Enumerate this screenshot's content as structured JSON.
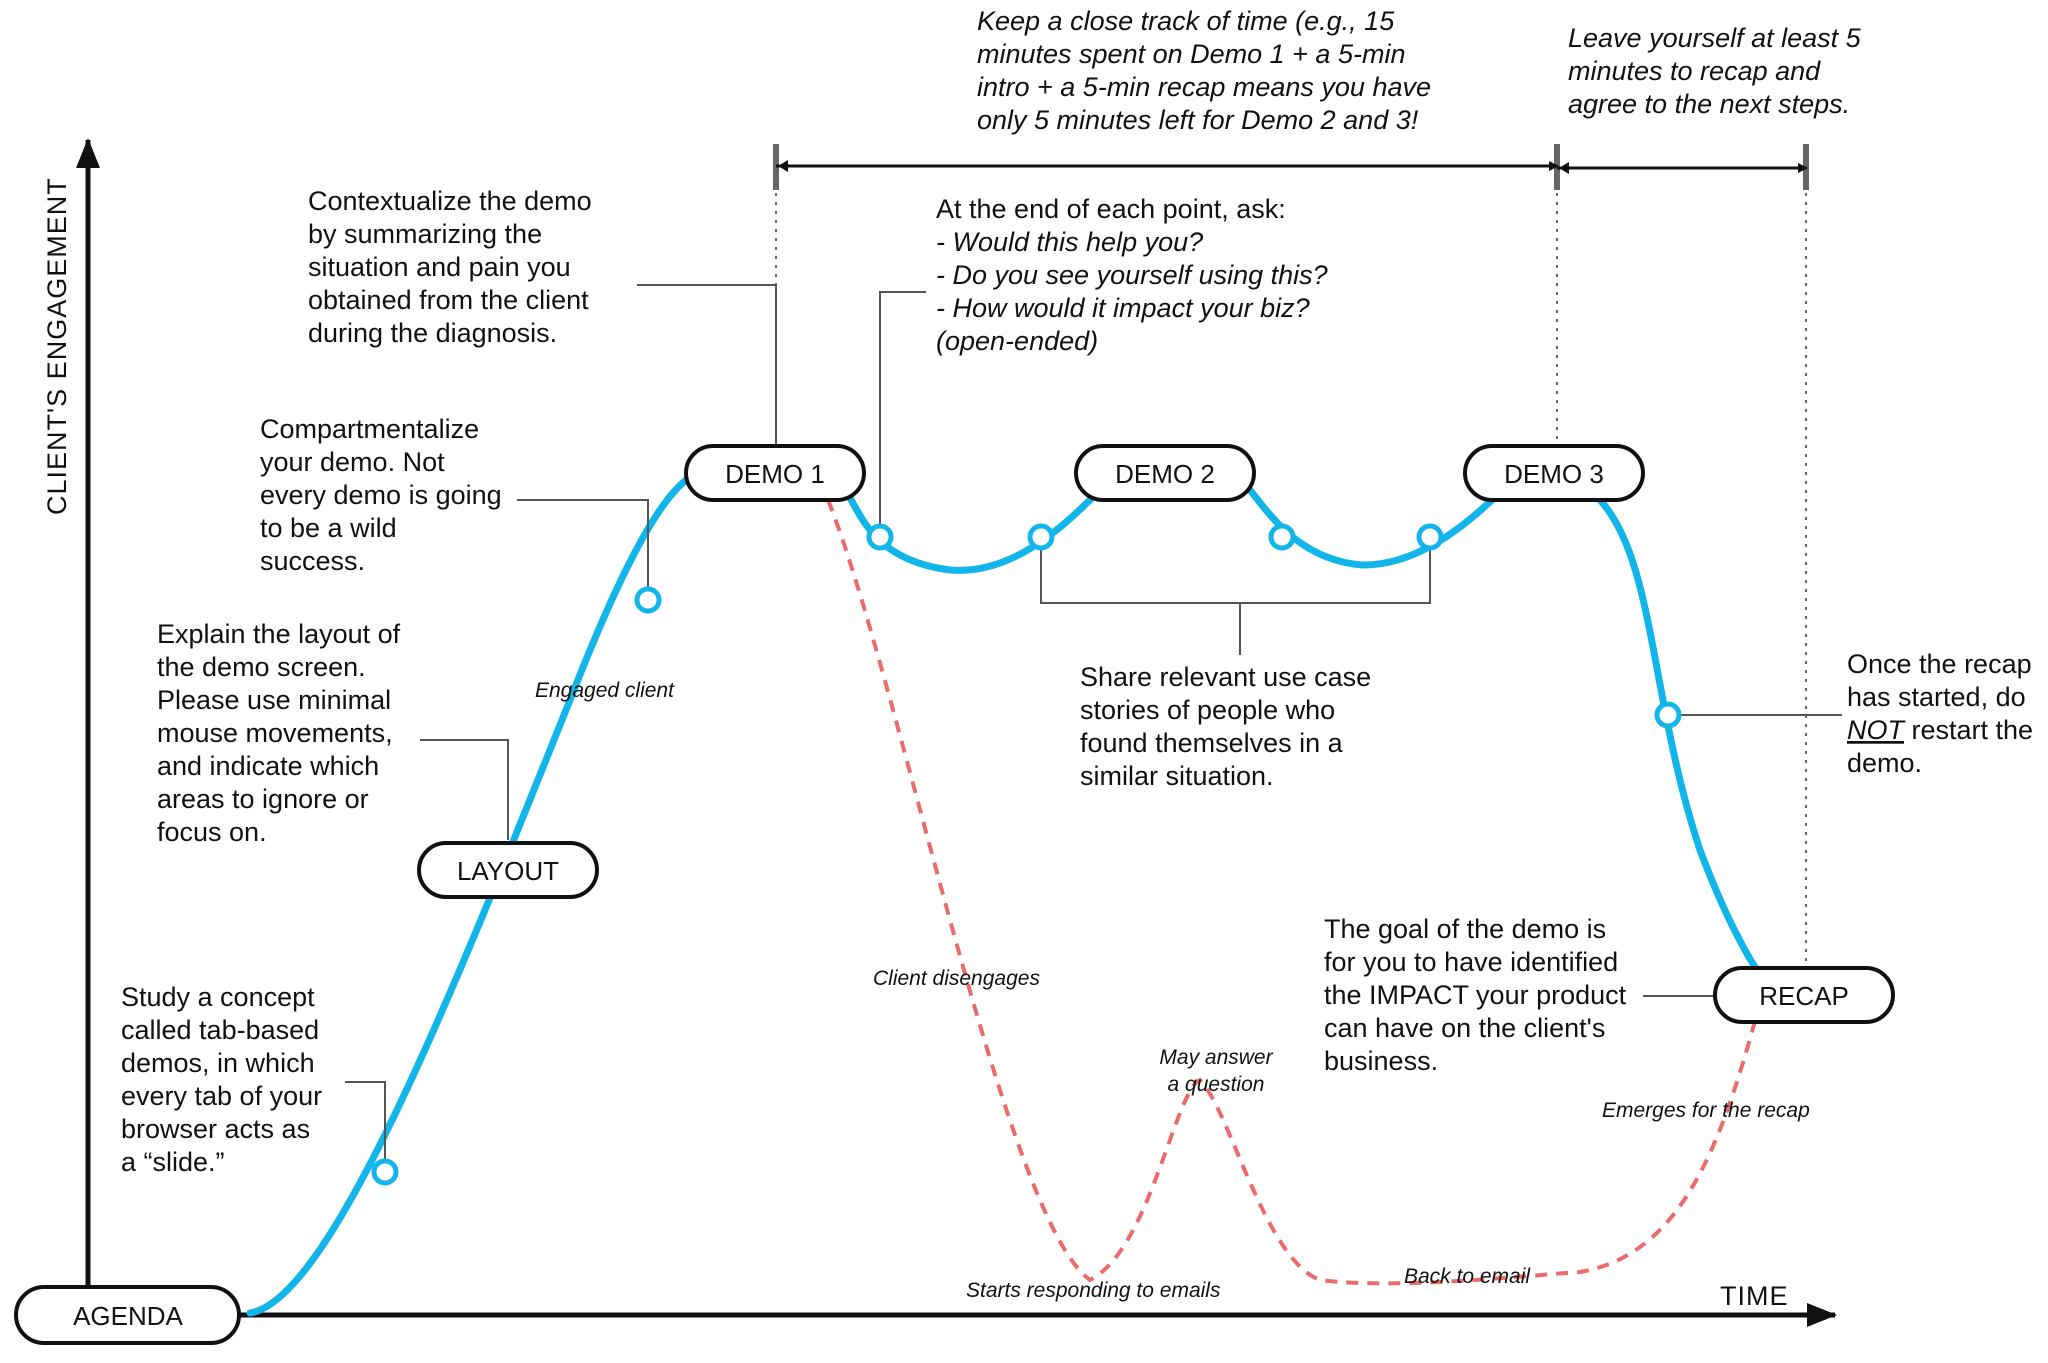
{
  "axes": {
    "y_label": "CLIENT'S ENGAGEMENT",
    "x_label": "TIME"
  },
  "stages": {
    "agenda": "AGENDA",
    "layout": "LAYOUT",
    "demo1": "DEMO 1",
    "demo2": "DEMO 2",
    "demo3": "DEMO 3",
    "recap": "RECAP"
  },
  "notes": {
    "study": [
      "Study a concept",
      "called tab-based",
      "demos, in which",
      "every tab of your",
      "browser acts as",
      "a “slide.”"
    ],
    "explain": [
      "Explain the layout of",
      "the demo screen.",
      "Please use minimal",
      "mouse movements,",
      "and indicate which",
      "areas to ignore or",
      "focus on."
    ],
    "compartment": [
      "Compartmentalize",
      "your demo. Not",
      "every demo is going",
      "to be a wild",
      "success."
    ],
    "contextualize": [
      "Contextualize the demo",
      "by summarizing the",
      "situation and pain you",
      "obtained from the client",
      "during the diagnosis."
    ],
    "ask_title": "At the end of each point, ask:",
    "ask_items": [
      "- Would this help you?",
      "- Do you see yourself using this?",
      "- How would it impact your biz?",
      "(open-ended)"
    ],
    "time_track": [
      "Keep a close track of time (e.g., 15",
      "minutes spent on Demo 1 + a 5-min",
      "intro + a 5-min recap means you have",
      "only 5 minutes left for Demo 2 and 3!"
    ],
    "recap_time": [
      "Leave yourself at least 5",
      "minutes to recap and",
      "agree to the next steps."
    ],
    "share": [
      "Share relevant use case",
      "stories of people who",
      "found themselves in a",
      "similar situation."
    ],
    "restart_1": "Once the recap",
    "restart_2": "has started, do",
    "restart_not": "NOT",
    "restart_3": " restart the",
    "restart_4": "demo.",
    "goal": [
      "The goal of the demo is",
      "for you to have identified",
      "the IMPACT your product",
      "can have on the client's",
      "business."
    ]
  },
  "curve_labels": {
    "engaged": "Engaged client",
    "disengages": "Client disengages",
    "may_answer_1": "May answer",
    "may_answer_2": "a question",
    "emails": "Starts responding to emails",
    "back_email": "Back to email",
    "emerges": "Emerges for the recap"
  },
  "colors": {
    "engaged_curve": "#12b5e9",
    "disengaged_curve": "#e96b6b"
  }
}
